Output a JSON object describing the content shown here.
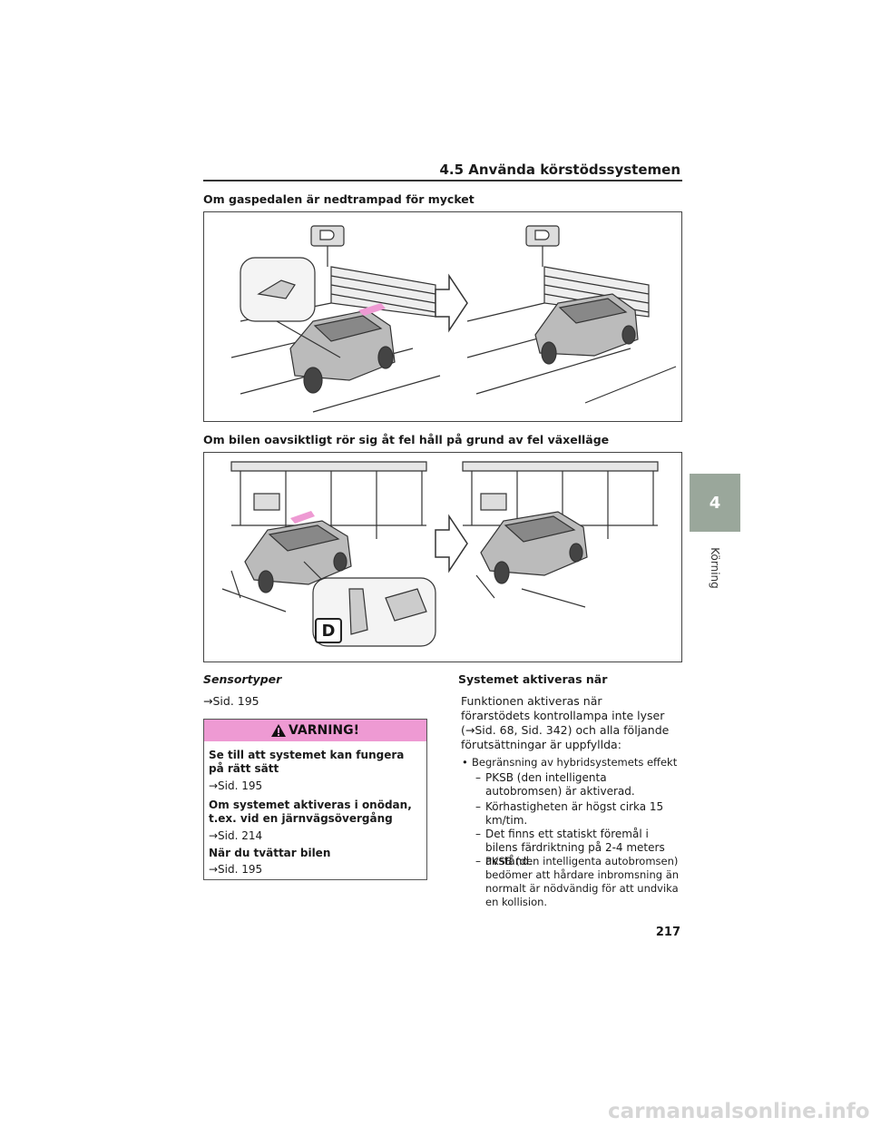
{
  "header": {
    "title": "4.5  Använda körstödssystemen"
  },
  "chapter_tab": {
    "number": "4",
    "label": "Körning"
  },
  "section1": {
    "heading": "Om gaspedalen är nedtrampad för mycket"
  },
  "section2": {
    "heading": "Om bilen oavsiktligt rör sig åt fel håll på grund av fel växelläge"
  },
  "figure2": {
    "gear_label": "D"
  },
  "left_col": {
    "subheading": "Sensortyper",
    "ref": "→Sid. 195"
  },
  "warning": {
    "title": "VARNING!",
    "items": [
      {
        "heading": "Se till att systemet kan fungera på rätt sätt",
        "ref": "→Sid. 195"
      },
      {
        "heading": "Om systemet aktiveras i onödan, t.ex. vid en järnvägsövergång",
        "ref": "→Sid. 214"
      },
      {
        "heading": "När du tvättar bilen",
        "ref": "→Sid. 195"
      }
    ]
  },
  "right_col": {
    "heading": "Systemet aktiveras när",
    "intro": "Funktionen aktiveras när förarstödets kontrollampa inte lyser (→Sid. 68, Sid. 342) och alla följande förutsättningar är uppfyllda:",
    "bullet": "Begränsning av hybridsystemets effekt",
    "dashes": [
      "PKSB (den intelligenta autobromsen) är aktiverad.",
      "Körhastigheten är högst cirka 15 km/tim.",
      "Det finns ett statiskt föremål i bilens färdriktning på 2-4 meters avstånd.",
      "PKSB (den intelligenta autobromsen) bedömer att hårdare inbromsning än normalt är nödvändig för att undvika en kollision."
    ]
  },
  "page_number": "217",
  "watermark": "carmanualsonline.info"
}
